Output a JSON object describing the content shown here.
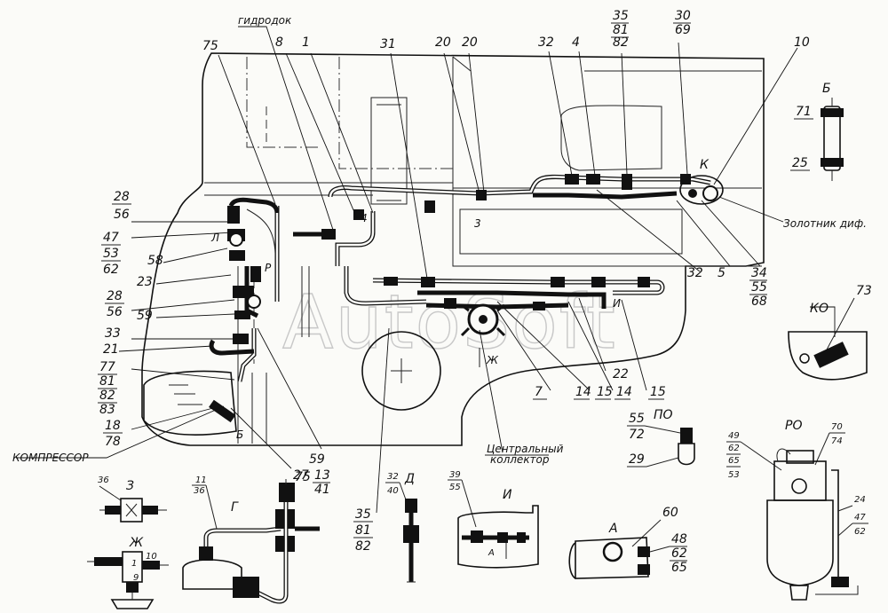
{
  "watermark": "AutoSoft",
  "top_labels": {
    "gidrodok": "гидродок",
    "p75": "75",
    "p8": "8",
    "p1": "1",
    "p31": "31",
    "p20a": "20",
    "p20b": "20",
    "p32": "32",
    "p4": "4",
    "p35": "35",
    "p81": "81",
    "p82": "82",
    "p30": "30",
    "p69": "69",
    "p10": "10"
  },
  "left_labels": {
    "p28": "28",
    "p56": "56",
    "p47": "47",
    "p53": "53",
    "p62": "62",
    "p58": "58",
    "p23": "23",
    "p28b": "28",
    "p56b": "56",
    "p59": "59",
    "p33": "33",
    "p21": "21",
    "p77": "77",
    "p81": "81",
    "p82": "82",
    "p83": "83",
    "p18": "18",
    "p78": "78",
    "compressor": "КОМПРЕССОР"
  },
  "view_b": {
    "title": "Б",
    "p71": "71",
    "p25": "25"
  },
  "right_labels": {
    "zolotnik": "Золотник диф.",
    "p32": "32",
    "p5": "5",
    "p34": "34",
    "p55": "55",
    "p68": "68",
    "p22": "22",
    "p15": "15",
    "p14a": "14",
    "p15b": "15",
    "p14b": "14",
    "p7": "7"
  },
  "internal_labels": {
    "k": "К",
    "a4": "4",
    "s3": "3",
    "l": "Л",
    "r": "Р",
    "i": "И",
    "zh": "Ж",
    "b": "Б"
  },
  "central_collector": {
    "line1": "Центральный",
    "line2": "коллектор"
  },
  "view_ko": {
    "title": "КО",
    "p73": "73"
  },
  "view_po": {
    "title": "ПО",
    "p55": "55",
    "p72": "72",
    "p29": "29"
  },
  "view_ro": {
    "title": "РО",
    "p70": "70",
    "p74": "74",
    "p49": "49",
    "p62": "62",
    "p65": "65",
    "p53": "53",
    "p24": "24",
    "p47": "47",
    "p62b": "62"
  },
  "bottom_labels": {
    "p59": "59",
    "p75": "75",
    "p35": "35",
    "p81": "81",
    "p82": "82",
    "p13": "13",
    "p41": "41",
    "p27": "27"
  },
  "view_z": {
    "title": "З",
    "p36": "36"
  },
  "view_zh": {
    "title": "Ж",
    "p1": "1",
    "p9": "9",
    "p10": "10"
  },
  "view_g": {
    "title": "Г",
    "p11": "11",
    "p36": "36"
  },
  "view_d": {
    "title": "Д",
    "p32": "32",
    "p40": "40"
  },
  "view_i": {
    "title": "И",
    "p39": "39",
    "p55": "55",
    "a": "А"
  },
  "view_a": {
    "title": "А",
    "p60": "60",
    "p48": "48",
    "p62": "62",
    "p65": "65"
  }
}
